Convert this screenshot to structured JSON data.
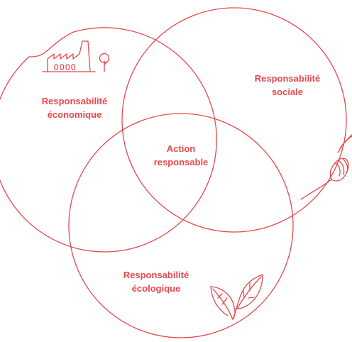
{
  "colors": {
    "accent": "#e5484d",
    "background": "#ffffff"
  },
  "icons": [
    "factory-icon",
    "tree-icon",
    "hand-icon",
    "leaves-icon"
  ],
  "circles": {
    "economic": {
      "line1": "Responsabilité",
      "line2": "économique"
    },
    "social": {
      "line1": "Responsabilité",
      "line2": "sociale"
    },
    "ecological": {
      "line1": "Responsabilité",
      "line2": "écologique"
    }
  },
  "center": {
    "line1": "Action",
    "line2": "responsable"
  }
}
